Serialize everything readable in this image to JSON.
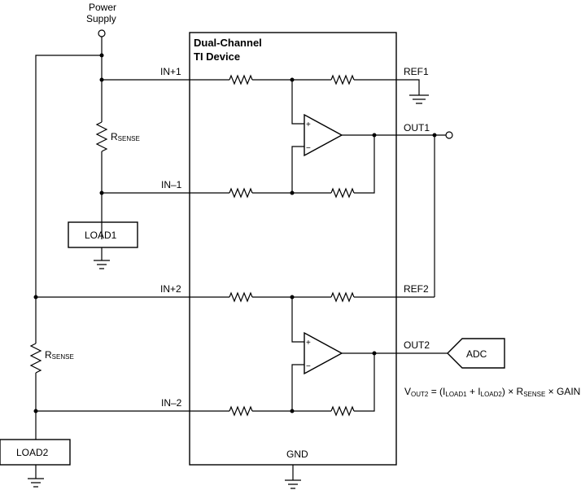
{
  "power_supply": {
    "line1": "Power",
    "line2": "Supply"
  },
  "device": {
    "title_line1": "Dual-Channel",
    "title_line2": "TI Device",
    "gnd": "GND"
  },
  "pins": {
    "in_plus_1": "IN+1",
    "in_minus_1": "IN–1",
    "in_plus_2": "IN+2",
    "in_minus_2": "IN–2",
    "ref1": "REF1",
    "ref2": "REF2",
    "out1": "OUT1",
    "out2": "OUT2"
  },
  "rsense": {
    "main": "R",
    "sub": "SENSE"
  },
  "loads": {
    "load1": "LOAD1",
    "load2": "LOAD2"
  },
  "adc": "ADC",
  "opamp": {
    "plus": "+",
    "minus": "−"
  },
  "equation": {
    "v": "V",
    "v_sub": "OUT2",
    "eq": " = (I",
    "i1_sub": "LOAD1",
    "plus": " + I",
    "i2_sub": "LOAD2",
    "r": ") × R",
    "r_sub": "SENSE",
    "gain": " × GAIN"
  }
}
